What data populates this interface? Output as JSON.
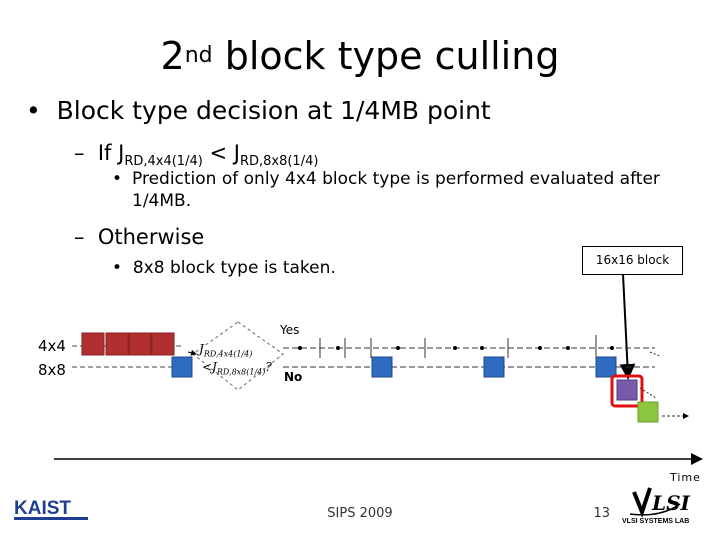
{
  "slide": {
    "title_main": "2",
    "title_sup": "nd",
    "title_rest": " block type culling",
    "bullet1": "Block type decision at 1/4MB point",
    "bullet1_marker": "•",
    "dash": "–",
    "condition": {
      "prefix": "If  J",
      "sub1": "RD,4x4(1/4)",
      "op": " <  J",
      "sub2": "RD,8x8(1/4)"
    },
    "sub_bullet1": "Prediction of only 4x4 block type is performed evaluated after 1/4MB.",
    "otherwise": "Otherwise",
    "sub_bullet2": "8x8 block type is taken.",
    "sub_marker": "•"
  },
  "diagram": {
    "callout": "16x16 block",
    "row_4x4": "4x4",
    "row_8x8": "8x8",
    "decision_line1": "J",
    "decision_sub1": "RD,4x4(1/4)",
    "decision_line2": "<J",
    "decision_sub2": "RD,8x8(1/4)",
    "decision_q": "?",
    "yes": "Yes",
    "no": "No",
    "time": "Time",
    "colors": {
      "red_block": "#b03030",
      "blue_block": "#2f6bc1",
      "purple_block": "#7a5aa8",
      "green_block": "#8dc63f",
      "highlight": "#e01010"
    }
  },
  "footer": {
    "center": "SIPS 2009",
    "page": "13",
    "logo_left": "KAIST",
    "logo_right": "VLSI SYSTEMS LAB"
  }
}
